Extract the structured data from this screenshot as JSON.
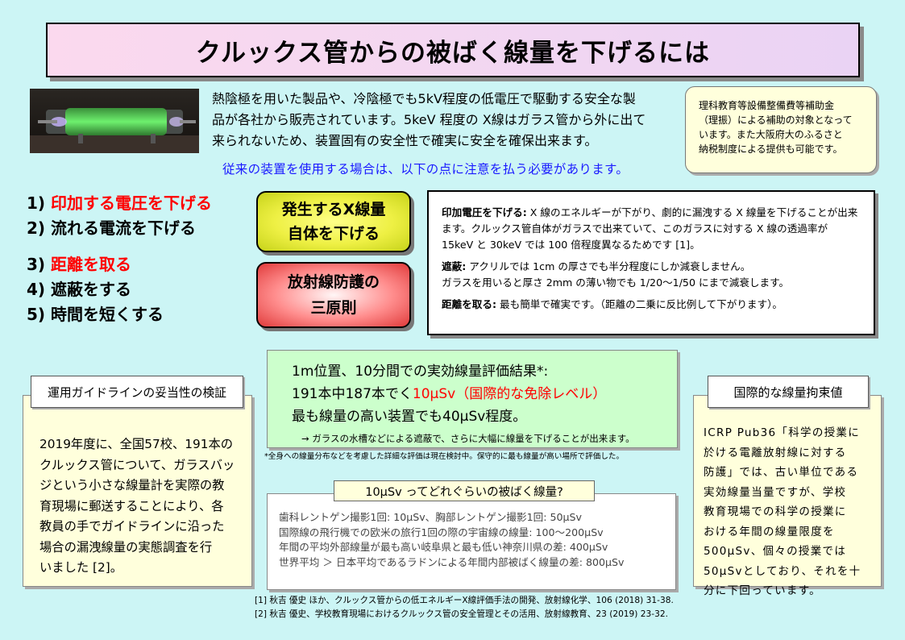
{
  "title": "クルックス管からの被ばく線量を下げるには",
  "intro": {
    "line1": "熱陰極を用いた製品や、冷陰極でも5kV程度の低電圧で駆動する安全な製",
    "line2": "品が各社から販売されています。5keV 程度の X線はガラス管から外に出て",
    "line3": "来られないため、装置固有の安全性で確実に安全を確保出来ます。",
    "caution": "従来の装置を使用する場合は、以下の点に注意を払う必要があります。"
  },
  "subsidy": {
    "line1": "理科教育等設備整備費等補助金",
    "line2": "（理振）による補助の対象となって",
    "line3": "います。また大阪府大のふるさと",
    "line4": "納税制度による提供も可能です。"
  },
  "principles": [
    {
      "num": "1)",
      "text": "印加する電圧を下げる"
    },
    {
      "num": "2)",
      "text": "流れる電流を下げる"
    },
    {
      "num": "3)",
      "text": "距離を取る"
    },
    {
      "num": "4)",
      "text": "遮蔽をする"
    },
    {
      "num": "5)",
      "text": "時間を短くする"
    }
  ],
  "badges": {
    "xray_line1": "発生するX線量",
    "xray_line2": "自体を下げる",
    "protect_line1": "放射線防護の",
    "protect_line2": "三原則"
  },
  "explain": {
    "voltage_head": "印加電圧を下げる:",
    "voltage_body": " X 線のエネルギーが下がり、劇的に漏洩する X 線量を下げることが出来ます。クルックス管自体がガラスで出来ていて、このガラスに対する X 線の透過率が 15keV と 30keV では 100 倍程度異なるためです [1]。",
    "shield_head": "遮蔽:",
    "shield_body1": " アクリルでは 1cm の厚さでも半分程度にしか減衰しません。",
    "shield_body2": "ガラスを用いると厚さ 2mm の薄い物でも 1/20〜1/50 にまで減衰します。",
    "distance_head": "距離を取る:",
    "distance_body": " 最も簡単で確実です。（距離の二乗に反比例して下がります）。"
  },
  "guide": {
    "label": "運用ガイドラインの妥当性の検証",
    "line1": "2019年度に、全国57校、191本の",
    "line2": "クルックス管について、ガラスバッ",
    "line3": "ジという小さな線量計を実際の教",
    "line4": "育現場に郵送することにより、各",
    "line5": "教員の手でガイドラインに沿った",
    "line6": "場合の漏洩線量の実態調査を行",
    "line7": "いました [2]。"
  },
  "result": {
    "line1": "1m位置、10分間での実効線量評価結果*:",
    "line2_pre": "191本中187本でく",
    "line2_red": "10μSv（国際的な免除レベル）",
    "line3": "最も線量の高い装置でも40μSv程度。",
    "note": "→ ガラスの水槽などによる遮蔽で、さらに大幅に線量を下げることが出来ます。",
    "footnote": "*全身への線量分布などを考慮した詳細な評価は現在検討中。保守的に最も線量が高い場所で評価した。"
  },
  "dose": {
    "label": "10μSv ってどれぐらいの被ばく線量?",
    "line1": "歯科レントゲン撮影1回: 10μSv、胸部レントゲン撮影1回: 50μSv",
    "line2": "国際線の飛行機での欧米の旅行1回の際の宇宙線の線量: 100〜200μSv",
    "line3": "年間の平均外部線量が最も高い岐阜県と最も低い神奈川県の差: 400μSv",
    "line4": "世界平均 ＞ 日本平均であるラドンによる年間内部被ばく線量の差: 800μSv"
  },
  "intl": {
    "label": "国際的な線量拘束値",
    "line1": "ICRP Pub36「科学の授業に",
    "line2": "於ける電離放射線に対する",
    "line3": "防護」では、古い単位である",
    "line4": "実効線量当量ですが、学校",
    "line5": "教育現場での科学の授業に",
    "line6": "おける年間の線量限度を",
    "line7": "500μSv、個々の授業では",
    "line8": "50μSvとしており、それを十",
    "line9": "分に下回っています。"
  },
  "references": {
    "ref1": "[1] 秋吉 優史 ほか、クルックス管からの低エネルギーX線評価手法の開発、放射線化学、106 (2018) 31-38.",
    "ref2": "[2] 秋吉 優史、学校教育現場におけるクルックス管の安全管理とその活用、放射線教育、23 (2019) 23-32."
  },
  "colors": {
    "background": "#ccf5f5",
    "accent_red": "#ff0000",
    "accent_blue": "#1a1aff",
    "result_green": "#ccffcc",
    "note_yellow": "#ffffdc"
  }
}
